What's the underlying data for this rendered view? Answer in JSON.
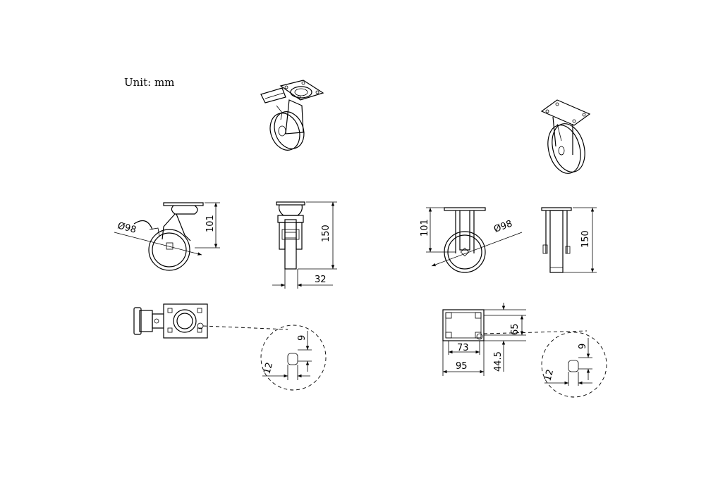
{
  "unit_label": "Unit: mm",
  "swivel_caster": {
    "side_view": {
      "height": "101",
      "wheel_diameter": "Ø98"
    },
    "front_view": {
      "overall_height": "150",
      "wheel_width": "32"
    },
    "detail": {
      "hole_height": "9",
      "hole_width": "12"
    }
  },
  "rigid_caster": {
    "side_view": {
      "height": "101",
      "wheel_diameter": "Ø98"
    },
    "front_view": {
      "overall_height": "150"
    },
    "top_view": {
      "plate_width": "95",
      "hole_spacing_width": "73",
      "hole_spacing_depth": "65",
      "plate_depth": "44.5"
    },
    "detail": {
      "hole_height": "9",
      "hole_width": "12"
    }
  }
}
